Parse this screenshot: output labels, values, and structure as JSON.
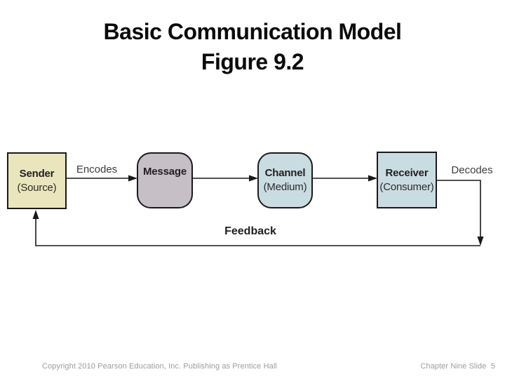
{
  "slide": {
    "title_line1": "Basic Communication Model",
    "title_line2": "Figure 9.2"
  },
  "diagram": {
    "nodes": [
      {
        "id": "sender",
        "title": "Sender",
        "subtitle": "(Source)",
        "shape": "rectangle",
        "fill": "#EBE5BD"
      },
      {
        "id": "message",
        "title": "Message",
        "subtitle": "",
        "shape": "rounded-rectangle",
        "fill": "#C6BFC6"
      },
      {
        "id": "channel",
        "title": "Channel",
        "subtitle": "(Medium)",
        "shape": "rounded-rectangle",
        "fill": "#C9DCE2"
      },
      {
        "id": "receiver",
        "title": "Receiver",
        "subtitle": "(Consumer)",
        "shape": "rectangle",
        "fill": "#C9DCE2"
      }
    ],
    "labels": {
      "encodes": "Encodes",
      "decodes": "Decodes",
      "feedback": "Feedback"
    },
    "line_color": "#1a1a1a",
    "flow": [
      "Sender (Source)",
      "Encodes",
      "Message",
      "Channel (Medium)",
      "Receiver (Consumer)",
      "Decodes",
      "Feedback"
    ]
  },
  "footer": {
    "copyright": "Copyright 2010 Pearson Education, Inc. Publishing as Prentice Hall",
    "chapter": "Chapter Nine Slide  5"
  }
}
